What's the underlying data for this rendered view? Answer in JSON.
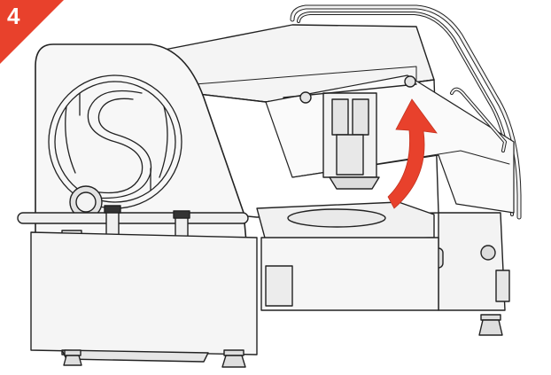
{
  "step": {
    "number": "4",
    "badge_color": "#e8412c"
  },
  "illustration": {
    "subject": "machine-with-lid-open",
    "line_color": "#222222",
    "fill_light": "#f2f2f2",
    "fill_mid": "#e4e4e4",
    "fill_dark": "#cfcfcf",
    "arrow_color": "#e8412c",
    "icons": [
      "logo-emblem",
      "curved-lift-arrow",
      "leveling-foot",
      "knob"
    ]
  }
}
